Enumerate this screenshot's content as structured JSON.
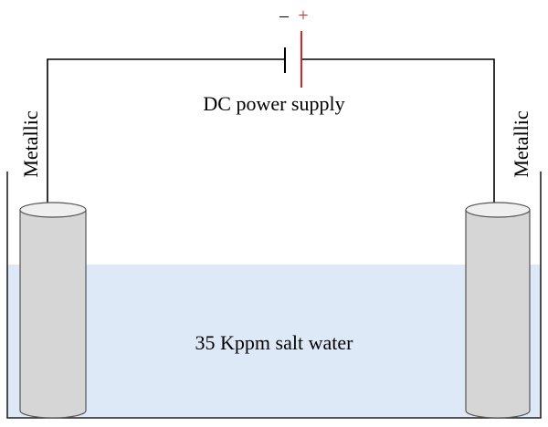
{
  "labels": {
    "minus_sign": "–",
    "plus_sign": "+",
    "power_supply": "DC power supply",
    "left_electrode": "Metallic",
    "right_electrode": "Metallic",
    "solution": "35 Kppm salt water"
  },
  "colors": {
    "wire": "#000000",
    "positive_terminal": "#d9232b",
    "negative_terminal": "#000000",
    "water": "#dde9f6",
    "electrode_body": "#d6d6d6",
    "electrode_top": "#efefef",
    "electrode_outline": "#555555",
    "container": "#222222"
  }
}
